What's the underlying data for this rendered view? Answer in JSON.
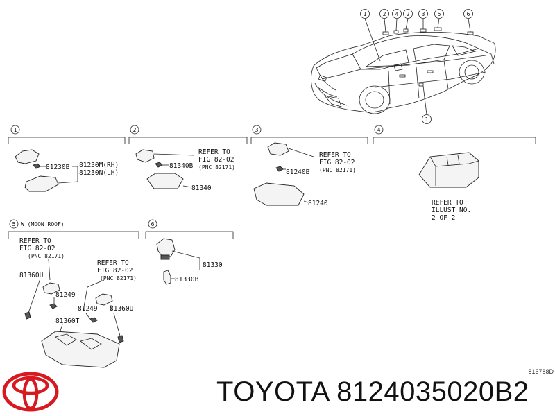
{
  "callouts": [
    "1",
    "2",
    "4",
    "2",
    "3",
    "5",
    "6"
  ],
  "car_callout_bottom": "1",
  "brand_colors": {
    "logo": "#d71920"
  },
  "sections": {
    "s1": {
      "num": "1",
      "part_a": "81230B",
      "part_b_rh": "81230M(RH)",
      "part_b_lh": "81230N(LH)"
    },
    "s2": {
      "num": "2",
      "refer": [
        "REFER TO",
        "FIG 82-02",
        "(PNC 82171)"
      ],
      "part_a": "81340B",
      "part_b": "81340"
    },
    "s3": {
      "num": "3",
      "refer": [
        "REFER TO",
        "FIG 82-02",
        "(PNC 82171)"
      ],
      "part_a": "81240B",
      "part_b": "81240"
    },
    "s4": {
      "num": "4",
      "refer": [
        "REFER TO",
        "ILLUST NO.",
        "2 OF 2"
      ]
    },
    "s5": {
      "num": "5",
      "title": "W (MOON ROOF)",
      "refer_left": [
        "REFER TO",
        "FIG 82-02",
        "(PNC 82171)"
      ],
      "refer_right": [
        "REFER TO",
        "FIG 82-02",
        "(PNC 82171)"
      ],
      "p1": "81360U",
      "p2": "81249",
      "p3": "81360T",
      "p4": "81249",
      "p5": "81360U"
    },
    "s6": {
      "num": "6",
      "part_a": "81330",
      "part_b": "81330B"
    }
  },
  "diagram_code": "815788D",
  "caption": "TOYOTA 8124035020B2"
}
